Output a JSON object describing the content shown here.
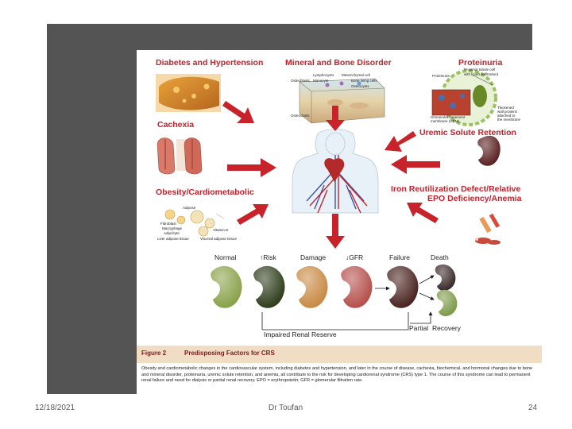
{
  "slide": {
    "date": "12/18/2021",
    "author": "Dr Toufan",
    "page_number": "24"
  },
  "figure": {
    "labels": {
      "diabetes": "Diabetes and Hypertension",
      "mineral": "Mineral and Bone Disorder",
      "proteinuria": "Proteinuria",
      "cachexia": "Cachexia",
      "uremic": "Uremic Solute Retention",
      "obesity": "Obesity/Cardiometabolic",
      "iron_line1": "Iron Reutilization Defect/Relative",
      "iron_line2": "EPO Deficiency/Anemia"
    },
    "stages": [
      "Normal",
      "↑Risk",
      "Damage",
      "↓GFR",
      "Failure",
      "Death"
    ],
    "axis_labels": {
      "impaired": "Impaired Renal Reserve",
      "partial": "Partial",
      "recovery": "Recovery"
    },
    "small_labels": {
      "lymphocytes": "Lymphocytes",
      "mesenchymal": "Mesenchymal cell",
      "osteoblasts": "Osteoblasts",
      "monocyte": "Monocyte",
      "bone_lining": "Bone lining cells",
      "osteoclasts": "Osteoclasts",
      "osteocytes": "Osteocytes",
      "proteinuria_note1": "Proximal tubule cell",
      "proteinuria_note2": "with lipoid (infiltration)",
      "protein": "Proteinuria",
      "glom_basement": "Glomerular basement",
      "glom_note": "membrane (GBM)",
      "thickened1": "Thickened",
      "thickened2": "wall proteins",
      "thickened3": "attached to",
      "thickened4": "the membrane",
      "adipose": "Adipose",
      "fibro_cells": "Fibroblast",
      "macrophage": "Macrophage",
      "adipocyte": "Adipocyte",
      "liver_adipose": "Liver adipose tissue",
      "visceral": "Visceral adipose tissue",
      "vitamin": "Vitamin D"
    },
    "colors": {
      "label_red": "#c7202b",
      "arrow_red": "#c8232b",
      "kidney_normal": "#8aa24a",
      "kidney_risk": "#2f3e1c",
      "kidney_damage": "#c98a45",
      "kidney_gfr": "#b5504c",
      "kidney_failure": "#4a2420",
      "kidney_death": "#3a2a2a",
      "kidney_recovery": "#7e9a4a"
    },
    "caption": {
      "figure_label": "Figure 2",
      "title": "Predisposing Factors for CRS",
      "text": "Obesity and cardiometabolic changes in the cardiovascular system, including diabetes and hypertension, and later in the course of disease, cachexia, biochemical, and hormonal changes due to bone and mineral disorder, proteinuria, uremic solute retention, and anemia, all contribute to the risk for developing cardiorenal syndrome (CRS) type 1. The course of this syndrome can lead to permanent renal failure and need for dialysis or partial renal recovery. EPO = erythropoietin; GFR = glomerular filtration rate."
    }
  }
}
